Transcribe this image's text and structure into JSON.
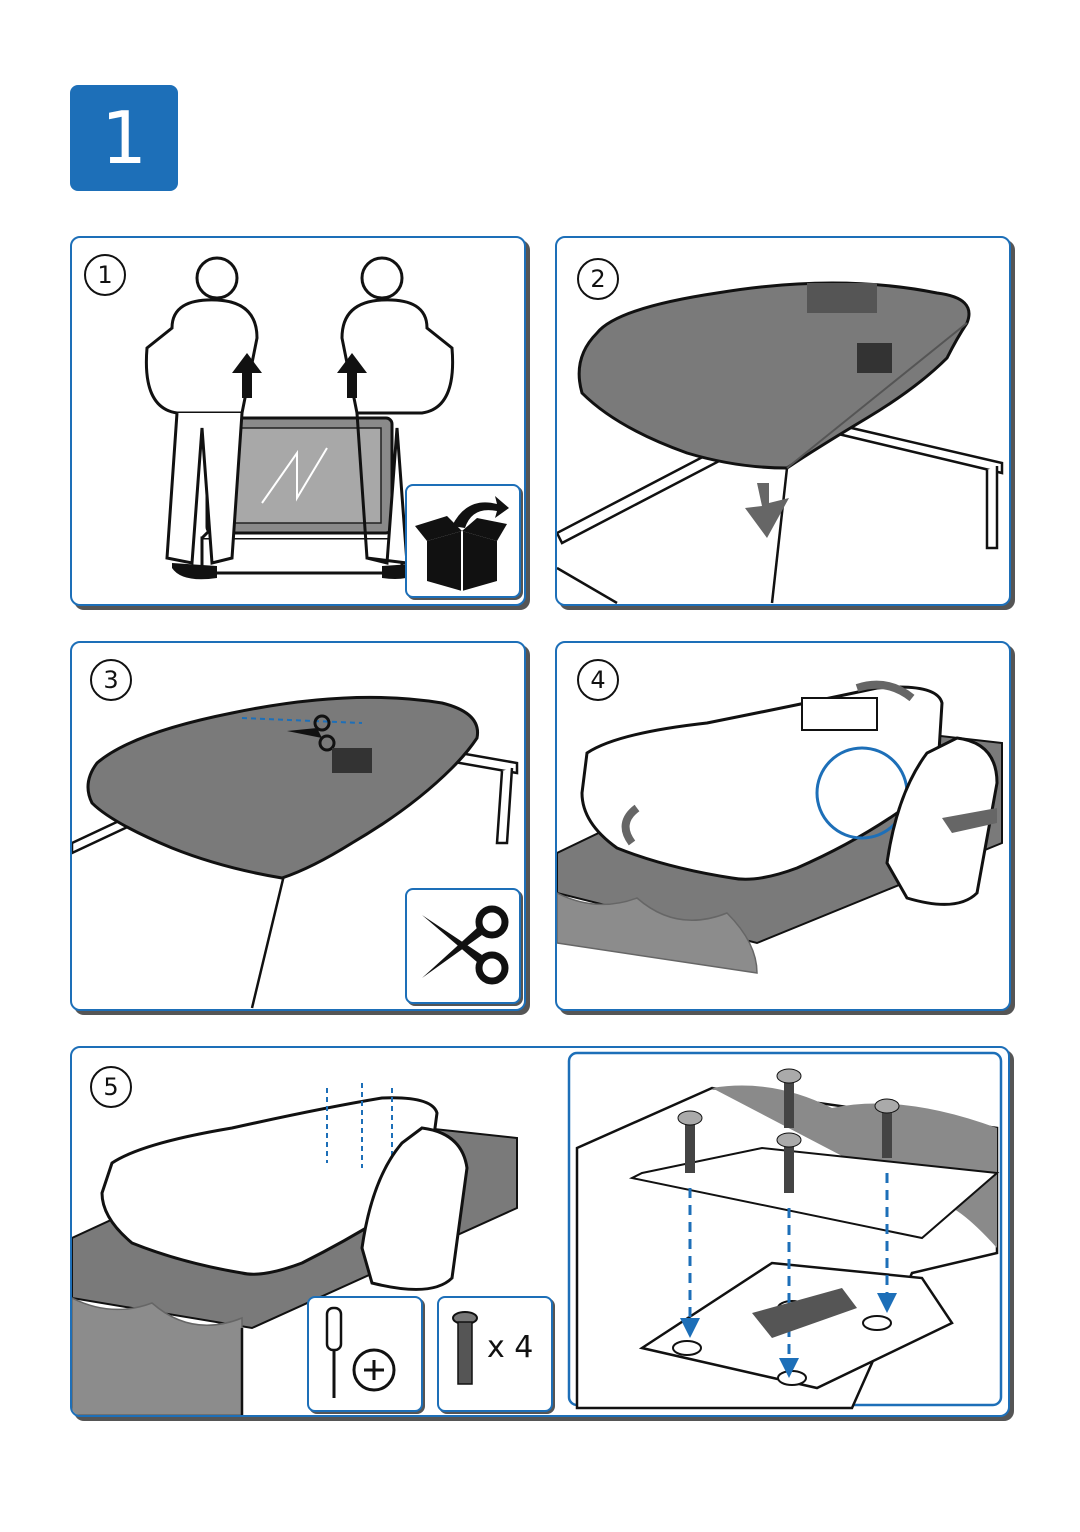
{
  "page": {
    "step_number": "1"
  },
  "panels": {
    "p1": {
      "number": "1"
    },
    "p2": {
      "number": "2"
    },
    "p3": {
      "number": "3"
    },
    "p4": {
      "number": "4"
    },
    "p5": {
      "number": "5",
      "screw_count": "x 4"
    }
  },
  "colors": {
    "accent": "#1d6fb8",
    "bag_gray": "#7a7a7a",
    "guide_blue": "#1d6fb8"
  },
  "icons": [
    "unbox-icon",
    "scissors-icon",
    "screwdriver-icon",
    "screw-icon",
    "up-arrow-icon",
    "down-arrow-icon"
  ]
}
